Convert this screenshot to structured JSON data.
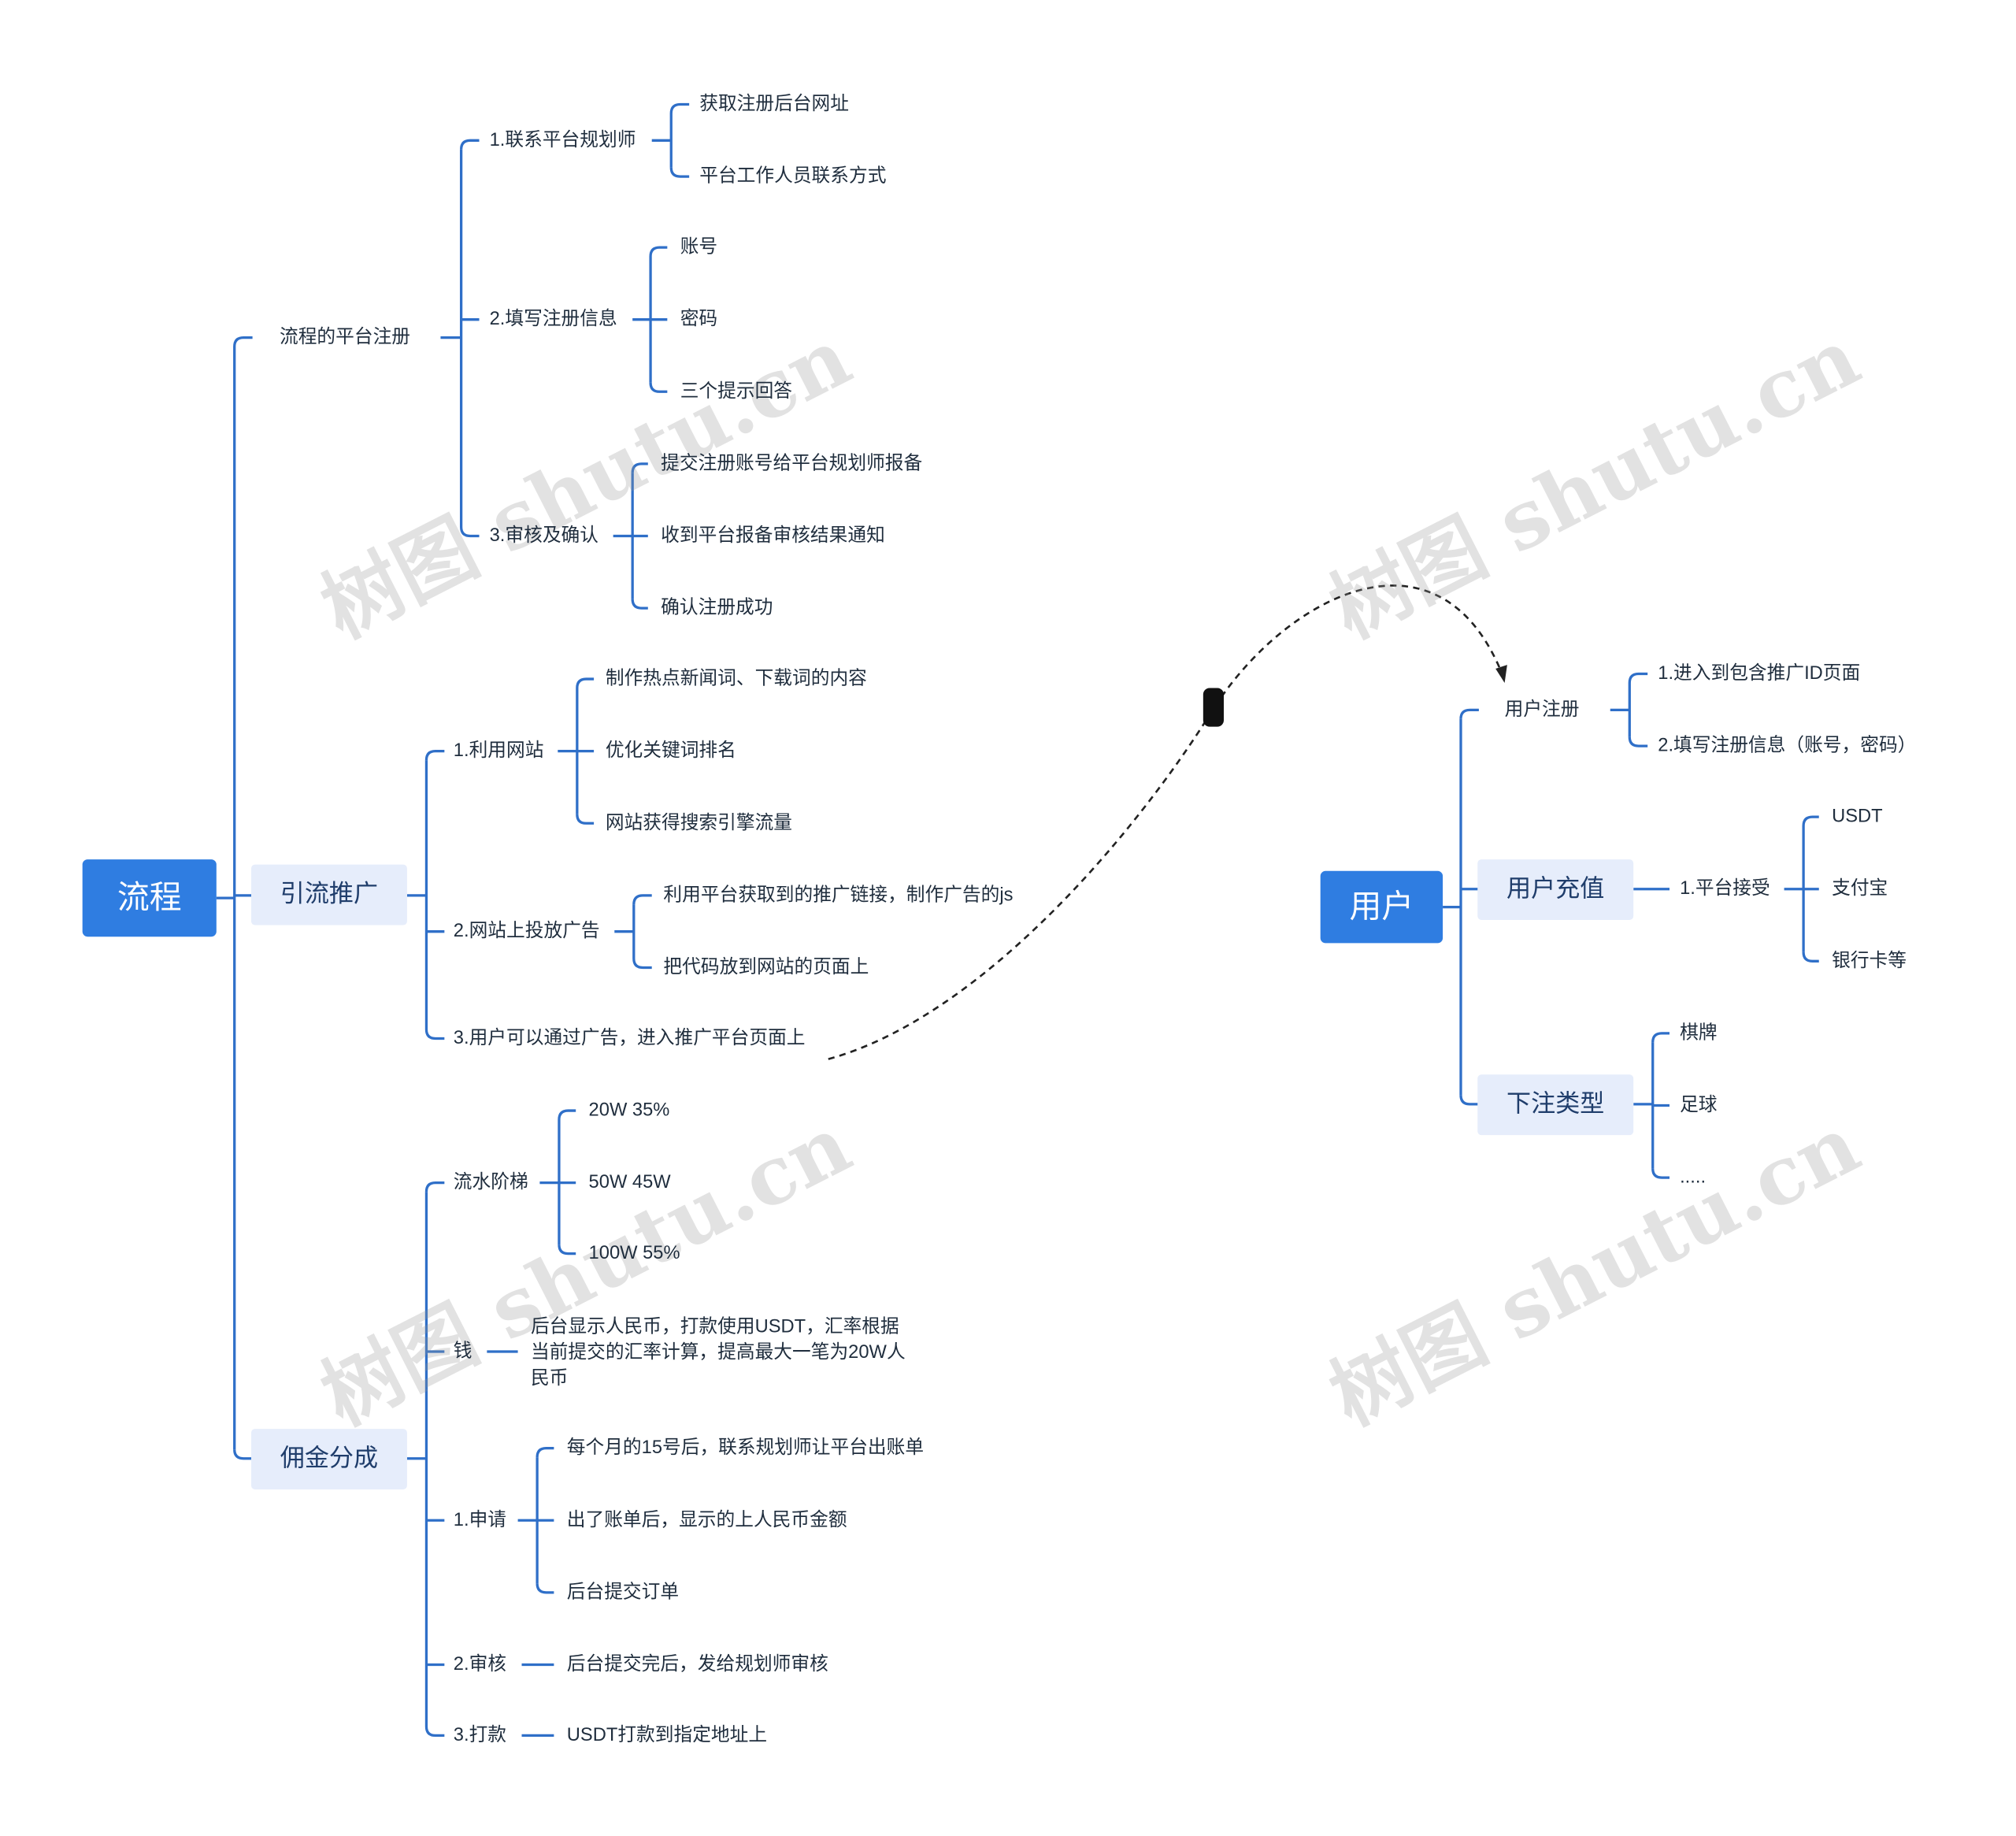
{
  "watermark": "树图 shutu.cn",
  "colors": {
    "root": "#2f7de1",
    "branch_fill": "#e6edfb",
    "line": "#2f6fc8",
    "text": "#1f2d3d"
  },
  "flow": {
    "root": "流程",
    "registration": {
      "label": "流程的平台注册",
      "contact": {
        "label": "1.联系平台规划师",
        "items": [
          "获取注册后台网址",
          "平台工作人员联系方式"
        ]
      },
      "fill": {
        "label": "2.填写注册信息",
        "items": [
          "账号",
          "密码",
          "三个提示回答"
        ]
      },
      "review": {
        "label": "3.审核及确认",
        "items": [
          "提交注册账号给平台规划师报备",
          "收到平台报备审核结果通知",
          "确认注册成功"
        ]
      }
    },
    "promotion": {
      "label": "引流推广",
      "site": {
        "label": "1.利用网站",
        "items": [
          "制作热点新闻词、下载词的内容",
          "优化关键词排名",
          "网站获得搜索引擎流量"
        ]
      },
      "ads": {
        "label": "2.网站上投放广告",
        "items": [
          "利用平台获取到的推广链接，制作广告的js",
          "把代码放到网站的页面上"
        ]
      },
      "enter": "3.用户可以通过广告，进入推广平台页面上"
    },
    "commission": {
      "label": "佣金分成",
      "tiers": {
        "label": "流水阶梯",
        "items": [
          "20W 35%",
          "50W 45W",
          "100W 55%"
        ]
      },
      "money": {
        "label": "钱",
        "text": "后台显示人民币，打款使用USDT，汇率根据当前提交的汇率计算，提高最大一笔为20W人民币"
      },
      "apply": {
        "label": "1.申请",
        "items": [
          "每个月的15号后，联系规划师让平台出账单",
          "出了账单后，显示的上人民币金额",
          "后台提交订单"
        ]
      },
      "audit": {
        "label": "2.审核",
        "item": "后台提交完后，发给规划师审核"
      },
      "pay": {
        "label": "3.打款",
        "item": "USDT打款到指定地址上"
      }
    }
  },
  "user": {
    "root": "用户",
    "register": {
      "label": "用户注册",
      "items": [
        "1.进入到包含推广ID页面",
        "2.填写注册信息（账号，密码）"
      ]
    },
    "recharge": {
      "label": "用户充值",
      "accept": "1.平台接受",
      "items": [
        "USDT",
        "支付宝",
        "银行卡等"
      ]
    },
    "bet": {
      "label": "下注类型",
      "items": [
        "棋牌",
        "足球",
        "....."
      ]
    }
  }
}
